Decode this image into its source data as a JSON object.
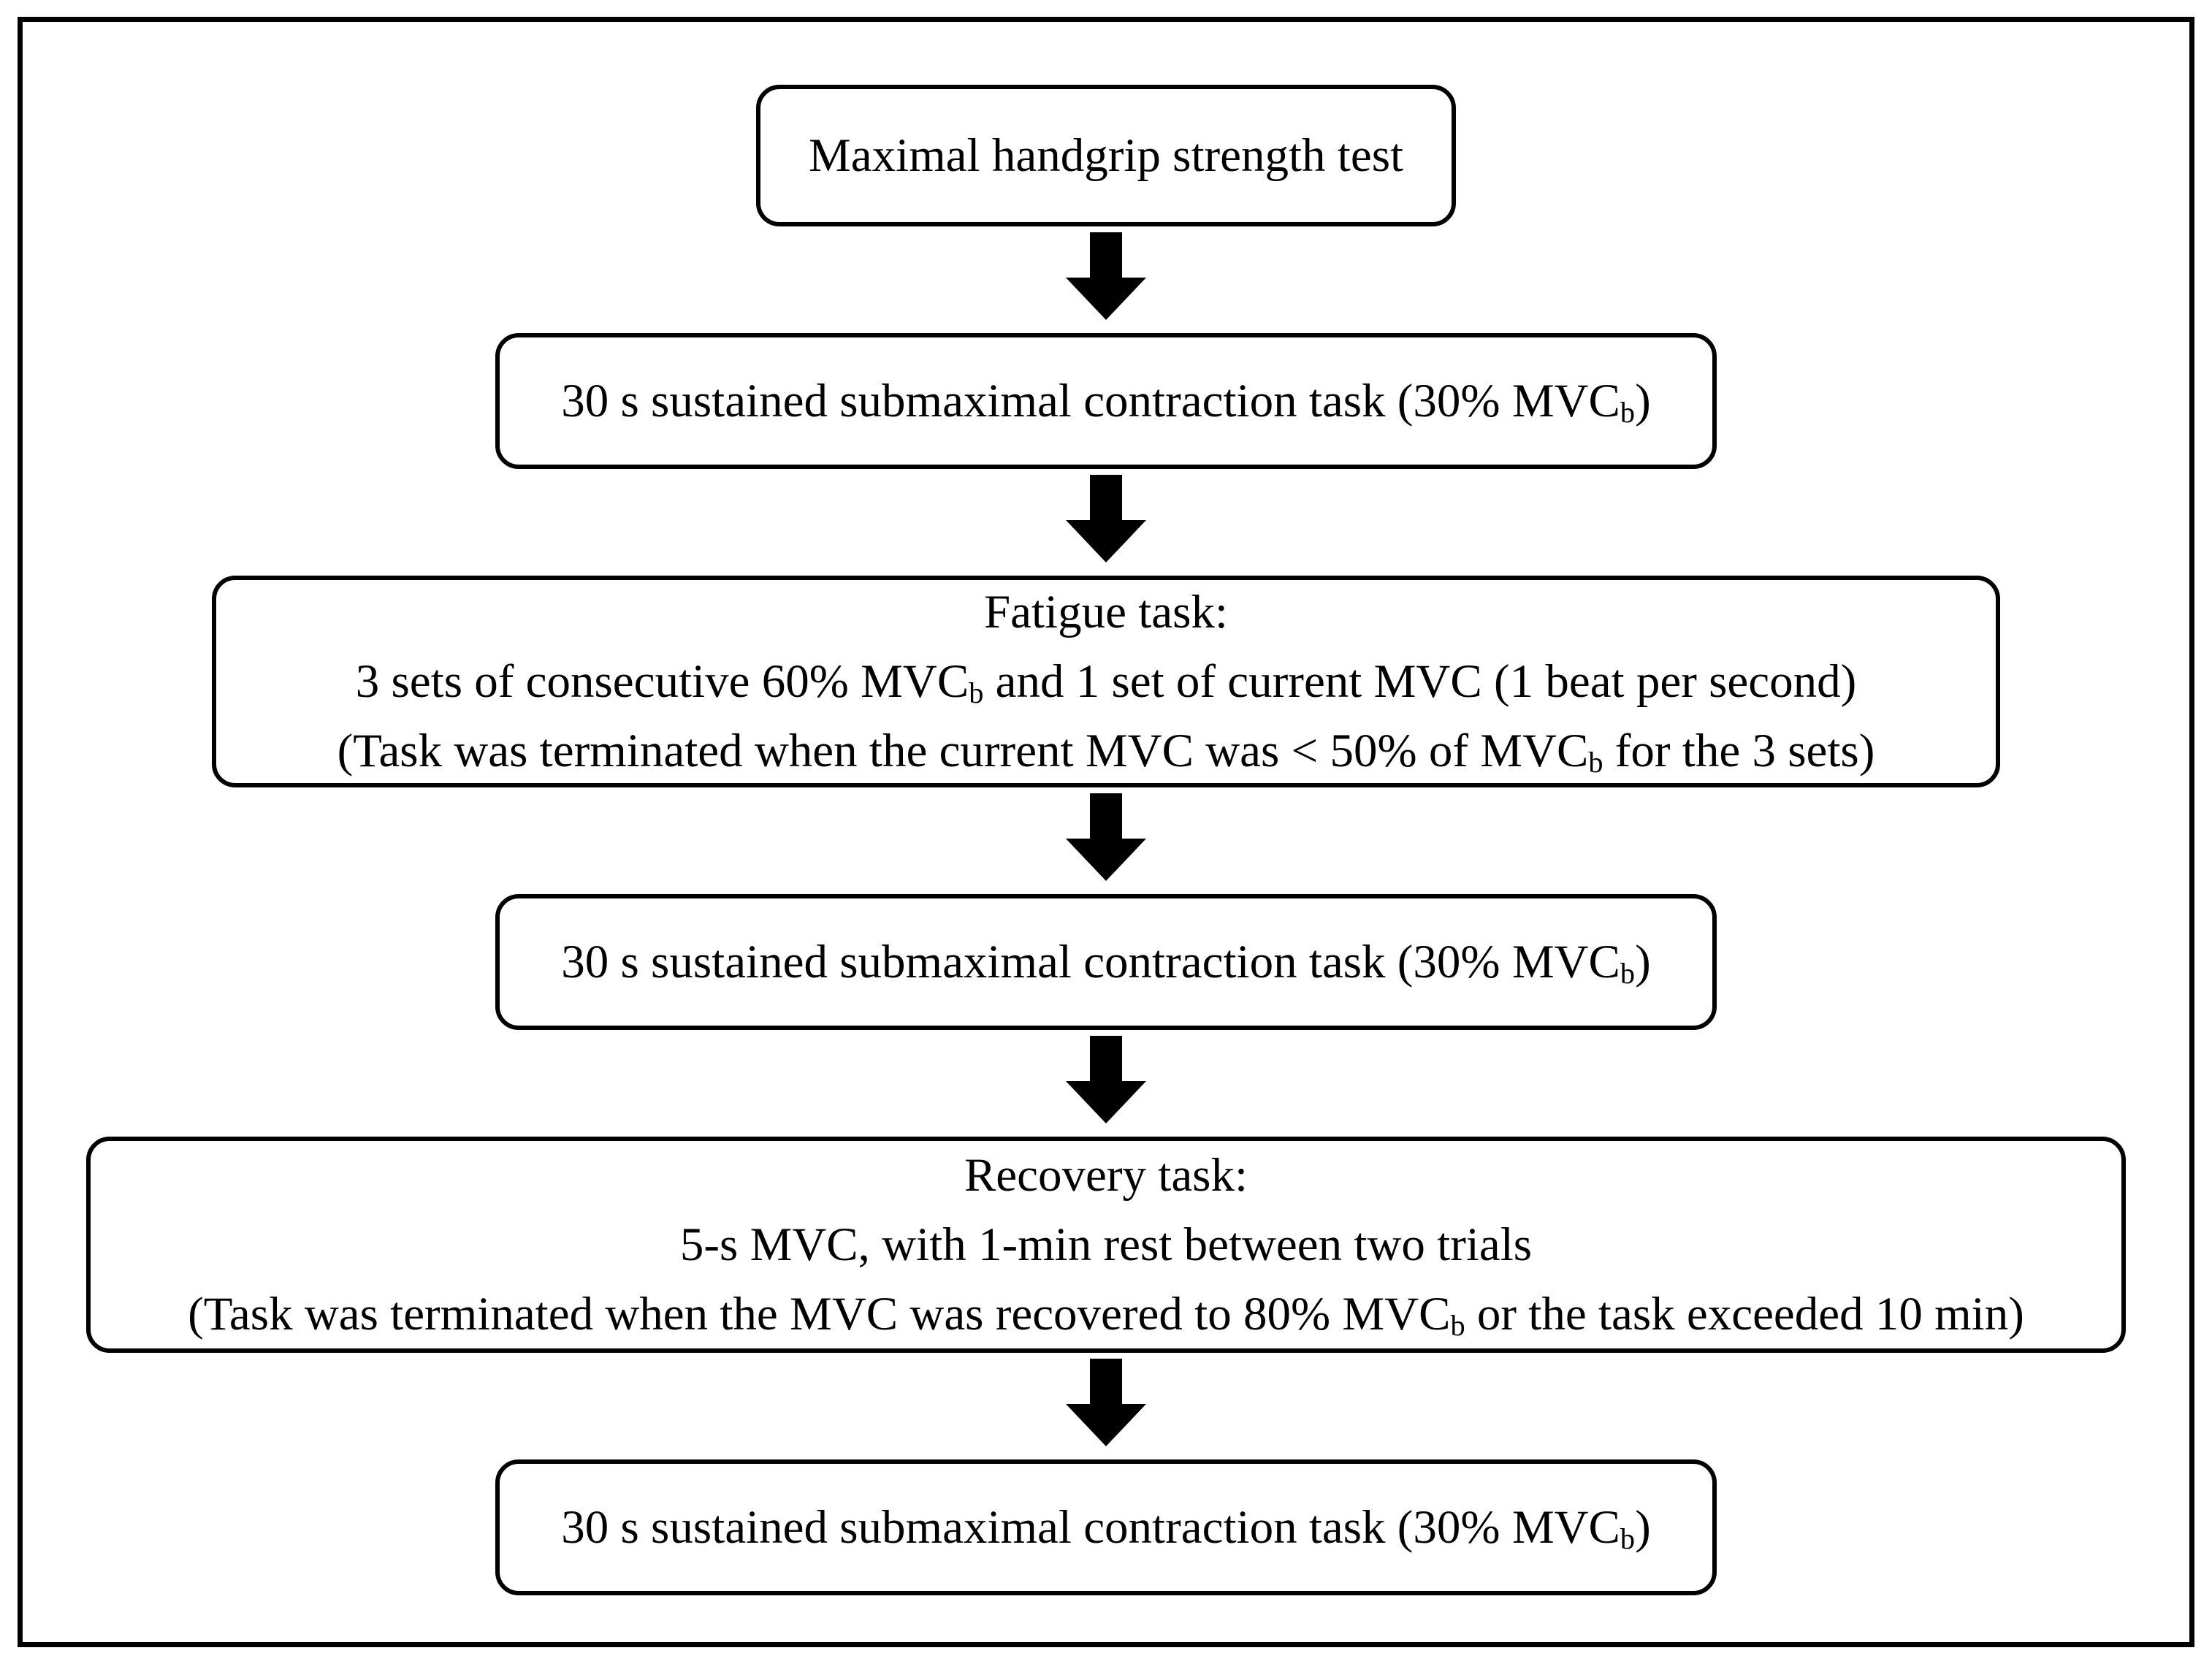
{
  "colors": {
    "ink": "#000000",
    "paper": "#ffffff"
  },
  "flowchart": {
    "boxes": [
      {
        "name": "maximal-handgrip-strength-test",
        "lines": [
          {
            "segments": [
              {
                "text": "Maximal handgrip strength test"
              }
            ]
          }
        ]
      },
      {
        "name": "submaximal-contraction-task-baseline",
        "lines": [
          {
            "segments": [
              {
                "text": "30 s sustained submaximal contraction task (30% MVC"
              },
              {
                "text": "b",
                "subscript": true
              },
              {
                "text": ")"
              }
            ]
          }
        ]
      },
      {
        "name": "fatigue-task",
        "lines": [
          {
            "segments": [
              {
                "text": "Fatigue task:"
              }
            ]
          },
          {
            "segments": [
              {
                "text": "3 sets of consecutive 60% MVC"
              },
              {
                "text": "b",
                "subscript": true
              },
              {
                "text": " and 1 set of current MVC (1 beat per second)"
              }
            ]
          },
          {
            "segments": [
              {
                "text": "(Task was terminated when the current MVC was < 50% of MVC"
              },
              {
                "text": "b",
                "subscript": true
              },
              {
                "text": " for the 3 sets)"
              }
            ]
          }
        ]
      },
      {
        "name": "submaximal-contraction-task-post-fatigue",
        "lines": [
          {
            "segments": [
              {
                "text": "30 s sustained submaximal contraction task (30% MVC"
              },
              {
                "text": "b",
                "subscript": true
              },
              {
                "text": ")"
              }
            ]
          }
        ]
      },
      {
        "name": "recovery-task",
        "lines": [
          {
            "segments": [
              {
                "text": "Recovery task:"
              }
            ]
          },
          {
            "segments": [
              {
                "text": "5-s MVC, with 1-min rest between two trials"
              }
            ]
          },
          {
            "segments": [
              {
                "text": "(Task was terminated when the MVC was recovered to 80% MVC"
              },
              {
                "text": "b",
                "subscript": true
              },
              {
                "text": " or the task exceeded 10 min)"
              }
            ]
          }
        ]
      },
      {
        "name": "submaximal-contraction-task-post-recovery",
        "lines": [
          {
            "segments": [
              {
                "text": "30 s sustained submaximal contraction task (30% MVC"
              },
              {
                "text": "b",
                "subscript": true
              },
              {
                "text": ")"
              }
            ]
          }
        ]
      }
    ]
  }
}
